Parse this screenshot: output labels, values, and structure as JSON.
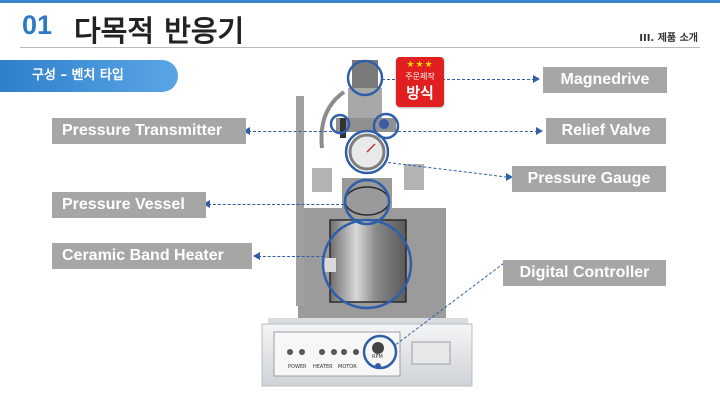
{
  "header": {
    "number": "01",
    "title": "다목적 반응기",
    "section": "III. 제품 소개"
  },
  "subtitle": "구성 – 벤치 타입",
  "badge": {
    "stars": "★★★",
    "line1": "주문제작",
    "line2": "방식"
  },
  "labels": {
    "magnedrive": "Magnedrive",
    "pressure_transmitter": "Pressure Transmitter",
    "relief_valve": "Relief Valve",
    "pressure_gauge": "Pressure Gauge",
    "pressure_vessel": "Pressure Vessel",
    "ceramic_band_heater": "Ceramic Band Heater",
    "digital_controller": "Digital Controller"
  },
  "panel": {
    "switch1": "POWER",
    "switch2": "HEATER",
    "switch3": "MOTOR",
    "knob": "RPM"
  },
  "colors": {
    "accent": "#2d7bc4",
    "label_bg": "#a6a6a6",
    "badge": "#e02020",
    "leader": "#2f5fa8"
  }
}
